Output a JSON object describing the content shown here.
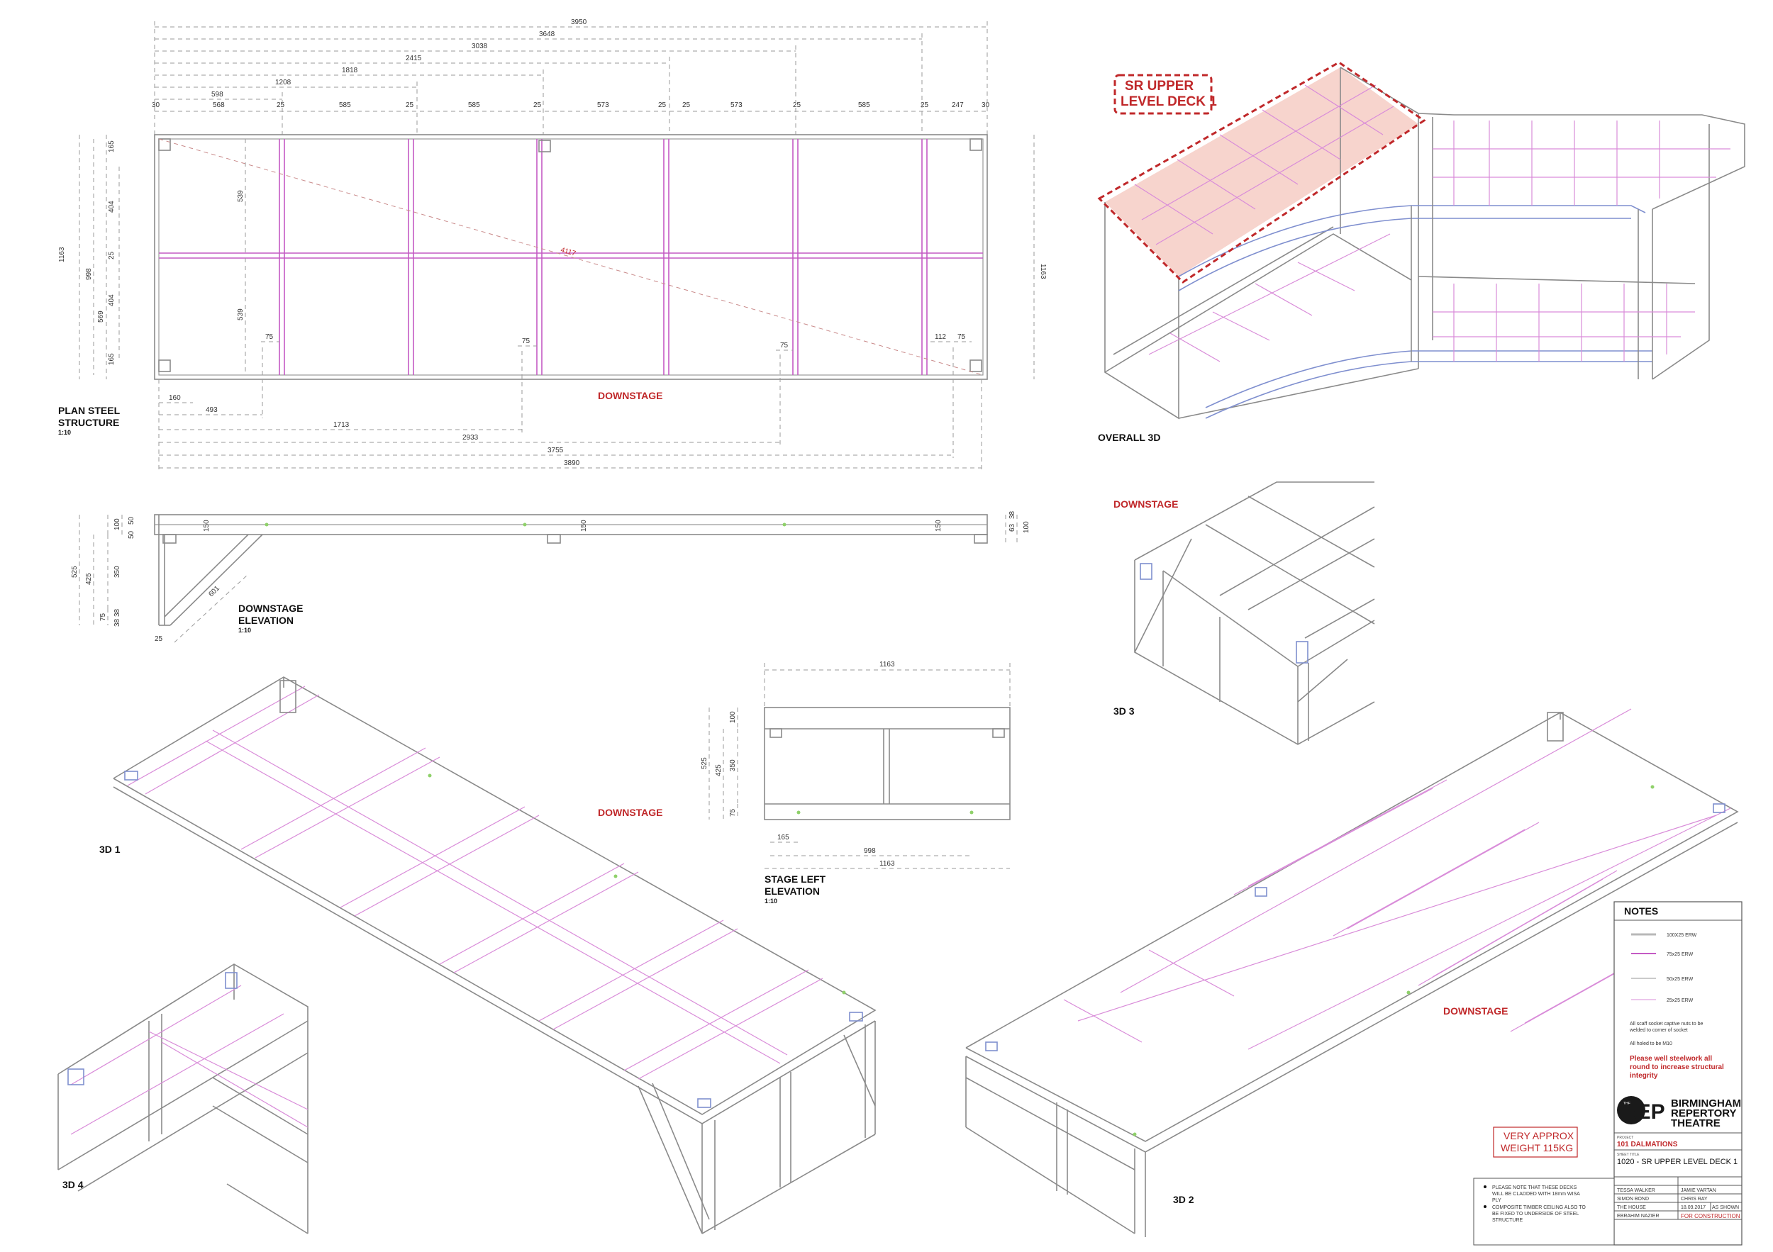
{
  "plan": {
    "title": "PLAN STEEL\nSTRUCTURE",
    "title_line1": "PLAN STEEL",
    "title_line2": "STRUCTURE",
    "scale": "1:10",
    "downstage": "DOWNSTAGE",
    "top_dims_total": [
      "3950",
      "3648",
      "3038",
      "2415",
      "1818",
      "1208",
      "598"
    ],
    "top_segments": [
      "30",
      "568",
      "25",
      "585",
      "25",
      "585",
      "25",
      "573",
      "25",
      "25",
      "573",
      "25",
      "585",
      "25",
      "247",
      "30"
    ],
    "left_dims": [
      "1163",
      "998",
      "165",
      "404",
      "25",
      "404",
      "569",
      "165"
    ],
    "inner_dims": [
      "539",
      "539"
    ],
    "right_dim": "1163",
    "diagonal": "4117",
    "small_dims": [
      "75",
      "75",
      "75",
      "112",
      "75"
    ],
    "bottom_dims": [
      "160",
      "493",
      "1713",
      "2933",
      "3755",
      "3890"
    ]
  },
  "elevation": {
    "title_line1": "DOWNSTAGE",
    "title_line2": "ELEVATION",
    "scale": "1:10",
    "left_dims": [
      "525",
      "425",
      "100",
      "50",
      "50",
      "350",
      "75",
      "38",
      "38"
    ],
    "heights": [
      "150",
      "150",
      "150"
    ],
    "right_dims": [
      "63",
      "38",
      "100"
    ],
    "brace": "601",
    "base": "25"
  },
  "stage_left": {
    "title_line1": "STAGE LEFT",
    "title_line2": "ELEVATION",
    "scale": "1:10",
    "top_dim": "1163",
    "left_dims": [
      "525",
      "425",
      "100",
      "350",
      "75"
    ],
    "bottom_dims": [
      "165",
      "998",
      "1163"
    ]
  },
  "overall": {
    "label": "OVERALL 3D",
    "callout_line1": "SR UPPER",
    "callout_line2": "LEVEL DECK 1"
  },
  "view3d1": {
    "label": "3D 1",
    "downstage": "DOWNSTAGE"
  },
  "view3d2": {
    "label": "3D 2",
    "downstage": "DOWNSTAGE"
  },
  "view3d3": {
    "label": "3D 3",
    "downstage": "DOWNSTAGE"
  },
  "view3d4": {
    "label": "3D 4"
  },
  "notes": {
    "heading": "NOTES",
    "legend": [
      "100X25 ERW",
      "75x25 ERW",
      "50x25 ERW",
      "25x25 ERW"
    ],
    "text1": "All scaff socket captive nuts to be",
    "text1b": "welded to corner of socket",
    "text2": "All holed to be M10",
    "warn1": "Please well steelwork all",
    "warn2": "round to increase structural",
    "warn3": "integrity"
  },
  "titleblock": {
    "company1": "BIRMINGHAM",
    "company2": "REPERTORY",
    "company3": "THEATRE",
    "logo_the": "THE",
    "logo": "REP",
    "project_label": "PROJECT",
    "project": "101 DALMATIONS",
    "sheet_label": "SHEET TITLE",
    "sheet_title": "1020 - SR UPPER LEVEL DECK 1",
    "rows": [
      [
        "TESSA WALKER",
        "JAMIE VARTAN"
      ],
      [
        "SIMON BOND",
        "CHRIS RAY"
      ],
      [
        "THE HOUSE",
        "18.09.2017",
        "AS SHOWN"
      ],
      [
        "EBRAHIM NAZIER",
        "FOR CONSTRUCTION"
      ]
    ]
  },
  "weight": {
    "line1": "VERY APPROX",
    "line2": "WEIGHT 115KG"
  },
  "footnotes": {
    "n1a": "PLEASE NOTE THAT THESE DECKS",
    "n1b": "WILL BE CLADDED WITH 18mm WISA",
    "n1c": "PLY",
    "n2a": "COMPOSITE TIMBER CEILING ALSO TO",
    "n2b": "BE FIXED TO UNDERSIDE OF STEEL",
    "n2c": "STRUCTURE"
  },
  "colors": {
    "steel": "#8a8a8a",
    "pink": "#c45ac4",
    "blue": "#7f8fcf",
    "red": "#c0282a",
    "highlight": "#f6cfc8"
  }
}
